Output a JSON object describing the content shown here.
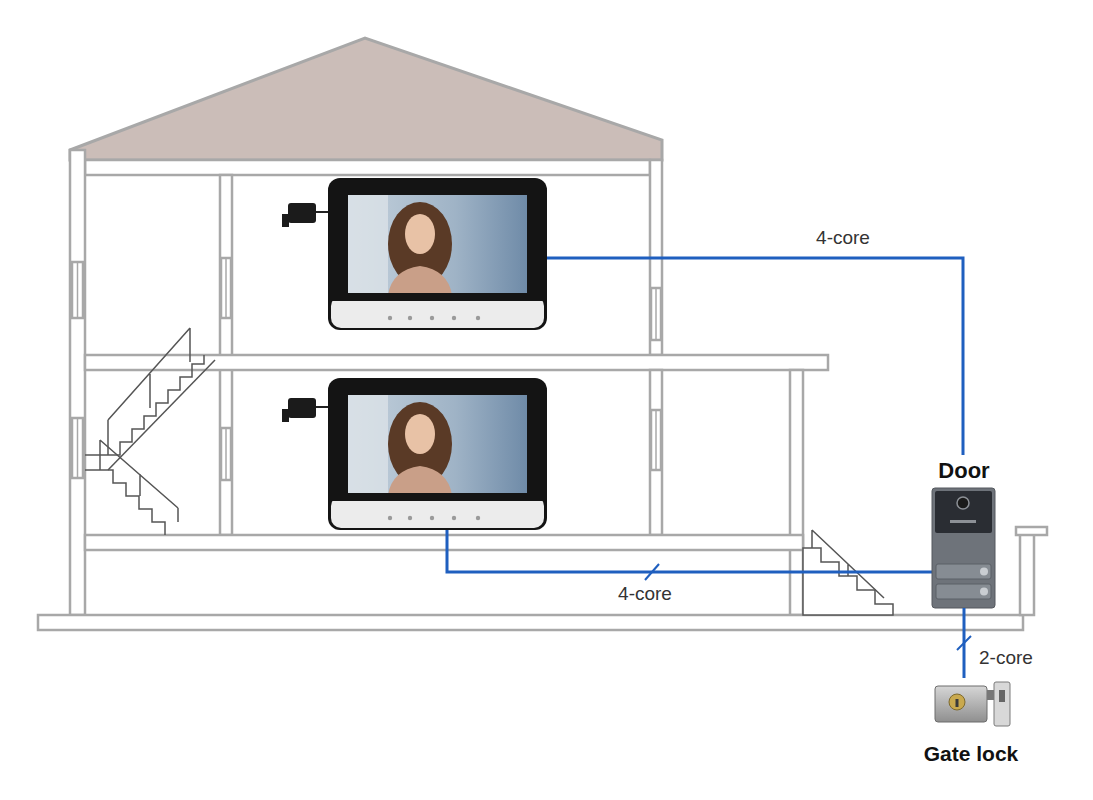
{
  "diagram": {
    "nodes": [
      {
        "text": [
          "Door"
        ]
      },
      {
        "text": [
          "Gate lock"
        ]
      }
    ],
    "edges": [
      {
        "from": 0,
        "to": 1,
        "arrow": "none",
        "label": "2-core"
      }
    ],
    "labels": [
      "4-core",
      "4-core"
    ]
  }
}
